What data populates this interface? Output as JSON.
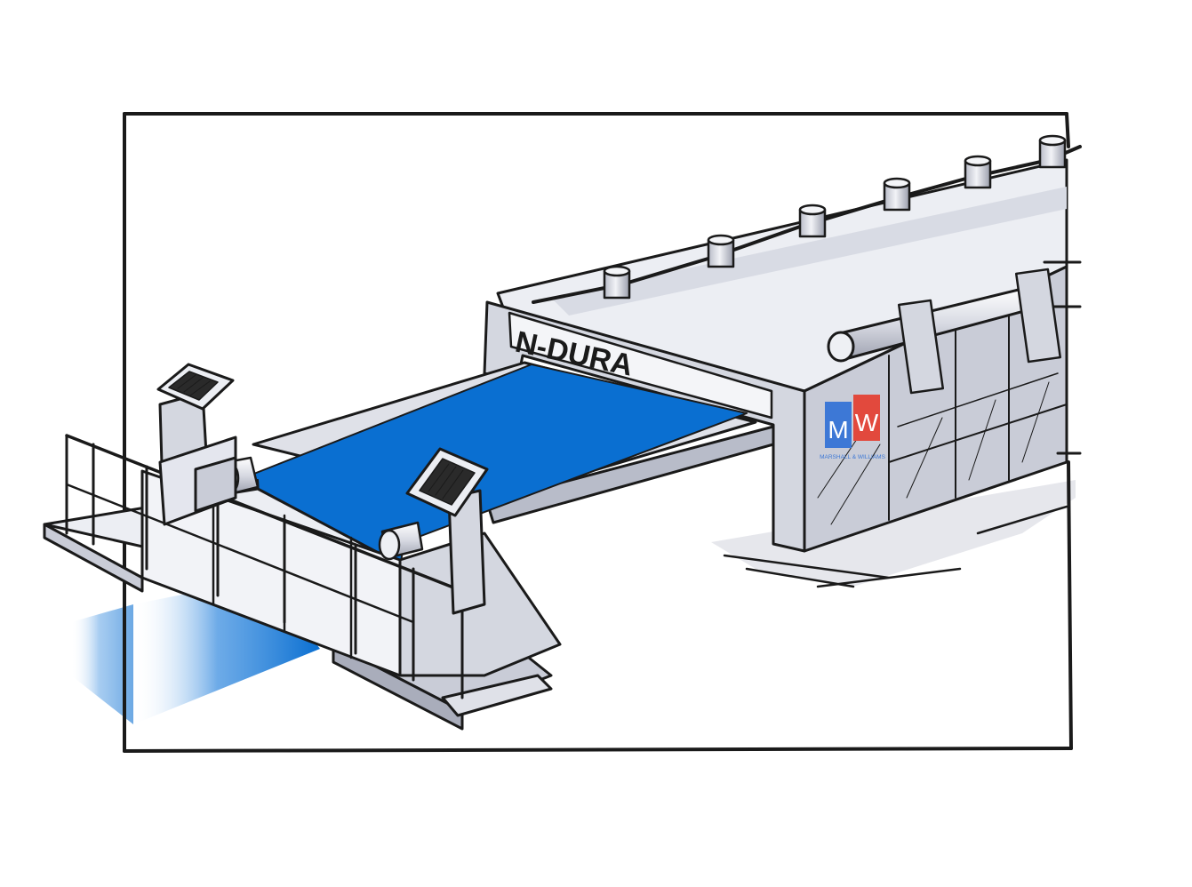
{
  "machine": {
    "name_plate": "N-DURA"
  },
  "logo": {
    "letter_left": "M",
    "letter_right": "W",
    "wordmark": "MARSHALL & WILLIAMS"
  },
  "colors": {
    "belt_blue": "#0a6fd1",
    "logo_blue": "#3d78d6",
    "logo_red": "#e2493d",
    "steel_light": "#e4e6ee",
    "steel_mid": "#cfd2dc",
    "steel_dark": "#a9adbb",
    "ink": "#1a1a1a"
  }
}
